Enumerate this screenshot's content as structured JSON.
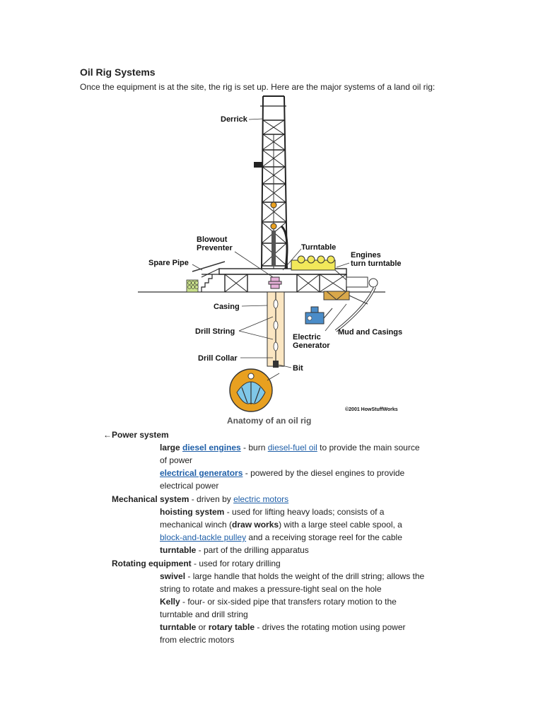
{
  "heading": "Oil Rig Systems",
  "intro": "Once the equipment is at the site, the rig is set up. Here are the major systems of a land oil rig:",
  "figure": {
    "labels": {
      "derrick": "Derrick",
      "blowout_1": "Blowout",
      "blowout_2": "Preventer",
      "turntable": "Turntable",
      "engines_1": "Engines",
      "engines_2": "turn turntable",
      "spare_pipe": "Spare Pipe",
      "casing": "Casing",
      "drill_string": "Drill String",
      "electric_1": "Electric",
      "electric_2": "Generator",
      "mud": "Mud and Casings",
      "drill_collar": "Drill Collar",
      "bit": "Bit"
    },
    "copyright": "©2001 HowStuffWorks",
    "caption": "Anatomy of an oil rig"
  },
  "sections": {
    "power": {
      "title": "←Power system",
      "large": "large ",
      "diesel_link": "diesel engines",
      "burn": " - burn ",
      "fuel_link": "diesel-fuel oil",
      "fuel_rest": " to provide the main source",
      "fuel_line2": "of power",
      "gen_link": "electrical generators",
      "gen_rest": " - powered by the diesel engines to provide",
      "gen_line2": "electrical power"
    },
    "mechanical": {
      "title": "Mechanical system",
      "driven": " - driven by ",
      "motors_link": "electric motors",
      "hoist_term": "hoisting system",
      "hoist_rest": " - used for lifting heavy loads; consists of a",
      "hoist_l2a": "mechanical winch (",
      "draw_works": "draw works",
      "hoist_l2b": ") with a large steel cable spool, a",
      "pulley_link": "block-and-tackle pulley",
      "hoist_l3": " and a receiving storage reel for the cable",
      "turn_term": "turntable",
      "turn_rest": " - part of the drilling apparatus"
    },
    "rotating": {
      "title": "Rotating equipment",
      "rest": " - used for rotary drilling",
      "swivel_term": "swivel",
      "swivel_rest": " - large handle that holds the weight of the drill string; allows the",
      "swivel_l2": "string to rotate and makes a pressure-tight seal on the hole",
      "kelly_term": "Kelly",
      "kelly_rest": " - four- or six-sided pipe that transfers rotary motion to the",
      "kelly_l2": "turntable and drill string",
      "tt_term": "turntable",
      "tt_or": " or ",
      "rt_term": "rotary table",
      "tt_rest": " - drives the rotating motion using power",
      "tt_l2": "from electric motors"
    }
  },
  "colors": {
    "link": "#1f5fa8",
    "bit_orange": "#e8a020",
    "bit_blue": "#7fc7e8",
    "casing_fill": "#fbe6c2",
    "generator_blue": "#4a8cc8",
    "engine_yellow": "#f2e85a",
    "pipe_green": "#c9e08a",
    "mud_pit": "#d9a84a"
  }
}
